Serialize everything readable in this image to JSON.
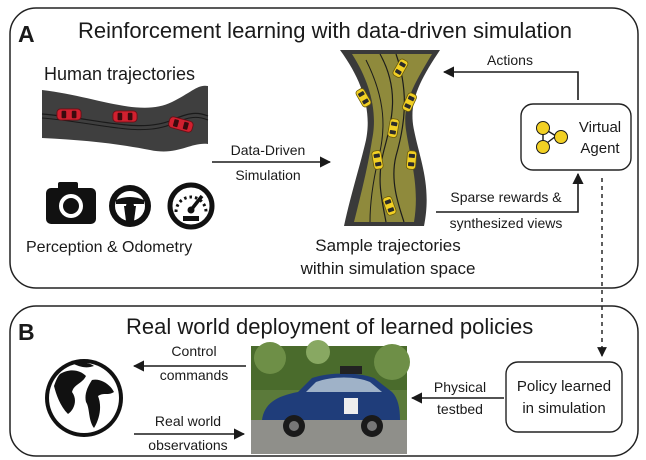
{
  "panel_a": {
    "letter": "A",
    "title": "Reinforcement learning with data-driven simulation",
    "human_trajectories_label": "Human trajectories",
    "perception_label": "Perception & Odometry",
    "arrow_label_line1": "Data-Driven",
    "arrow_label_line2": "Simulation",
    "sample_label_line1": "Sample trajectories",
    "sample_label_line2": "within simulation space",
    "actions_label": "Actions",
    "rewards_label_line1": "Sparse rewards &",
    "rewards_label_line2": "synthesized views",
    "agent_label_line1": "Virtual",
    "agent_label_line2": "Agent",
    "icons": [
      "camera-icon",
      "steering-wheel-icon",
      "speedometer-icon"
    ]
  },
  "panel_b": {
    "letter": "B",
    "title": "Real world deployment of learned policies",
    "control_label_line1": "Control",
    "control_label_line2": "commands",
    "observations_label_line1": "Real world",
    "observations_label_line2": "observations",
    "testbed_label_line1": "Physical",
    "testbed_label_line2": "testbed",
    "policy_label_line1": "Policy learned",
    "policy_label_line2": "in simulation",
    "icons": [
      "globe-icon"
    ]
  },
  "colors": {
    "road_dark": "#3f3f3f",
    "sim_road": "#8f8a3c",
    "car_red": "#d1202f",
    "car_yellow": "#f2d024",
    "agent_node": "#f2d024",
    "photo_car": "#1f3d7a"
  }
}
